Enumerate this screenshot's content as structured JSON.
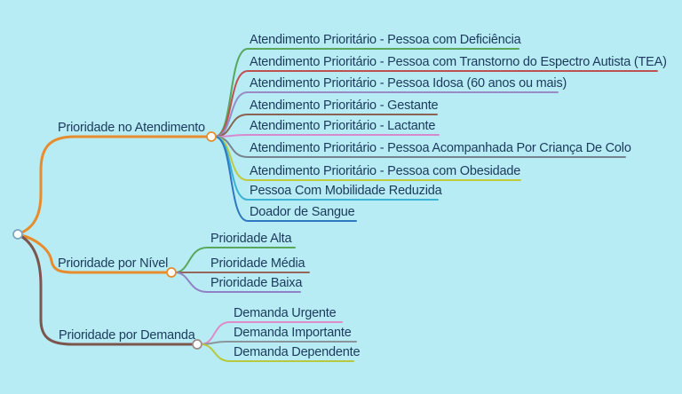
{
  "canvas": {
    "background": "#b8ecf4",
    "text_color": "#1b3a5c"
  },
  "root": {
    "node_color": "#7fa3c0"
  },
  "branches": [
    {
      "label": "Prioridade no Atendimento",
      "color": "#e78c2d",
      "node_color": "#e78c2d",
      "children": [
        {
          "label": "Atendimento Prioritário - Pessoa com Deficiência",
          "color": "#58a75c"
        },
        {
          "label": "Atendimento Prioritário - Pessoa com Transtorno do Espectro Autista (TEA)",
          "color": "#bf5251"
        },
        {
          "label": "Atendimento Prioritário - Pessoa Idosa (60 anos ou mais)",
          "color": "#988bc7"
        },
        {
          "label": "Atendimento Prioritário - Gestante",
          "color": "#8a6254"
        },
        {
          "label": "Atendimento Prioritário - Lactante",
          "color": "#d58ad0"
        },
        {
          "label": "Atendimento Prioritário - Pessoa Acompanhada Por Criança De Colo",
          "color": "#75848f"
        },
        {
          "label": "Atendimento Prioritário - Pessoa com Obesidade",
          "color": "#bfca3e"
        },
        {
          "label": "Pessoa Com Mobilidade Reduzida",
          "color": "#3cb4d4"
        },
        {
          "label": "Doador de Sangue",
          "color": "#2e78c2"
        }
      ]
    },
    {
      "label": "Prioridade por Nível",
      "color": "#e78c2d",
      "node_color": "#e78c2d",
      "children": [
        {
          "label": "Prioridade Alta",
          "color": "#58a75c"
        },
        {
          "label": "Prioridade Média",
          "color": "#96655c"
        },
        {
          "label": "Prioridade Baixa",
          "color": "#8f82c5"
        }
      ]
    },
    {
      "label": "Prioridade por Demanda",
      "color": "#7b564d",
      "node_color": "#9e8b85",
      "children": [
        {
          "label": "Demanda Urgente",
          "color": "#de8cc8"
        },
        {
          "label": "Demanda Importante",
          "color": "#8a969c"
        },
        {
          "label": "Demanda Dependente",
          "color": "#b7c93f"
        }
      ]
    }
  ]
}
